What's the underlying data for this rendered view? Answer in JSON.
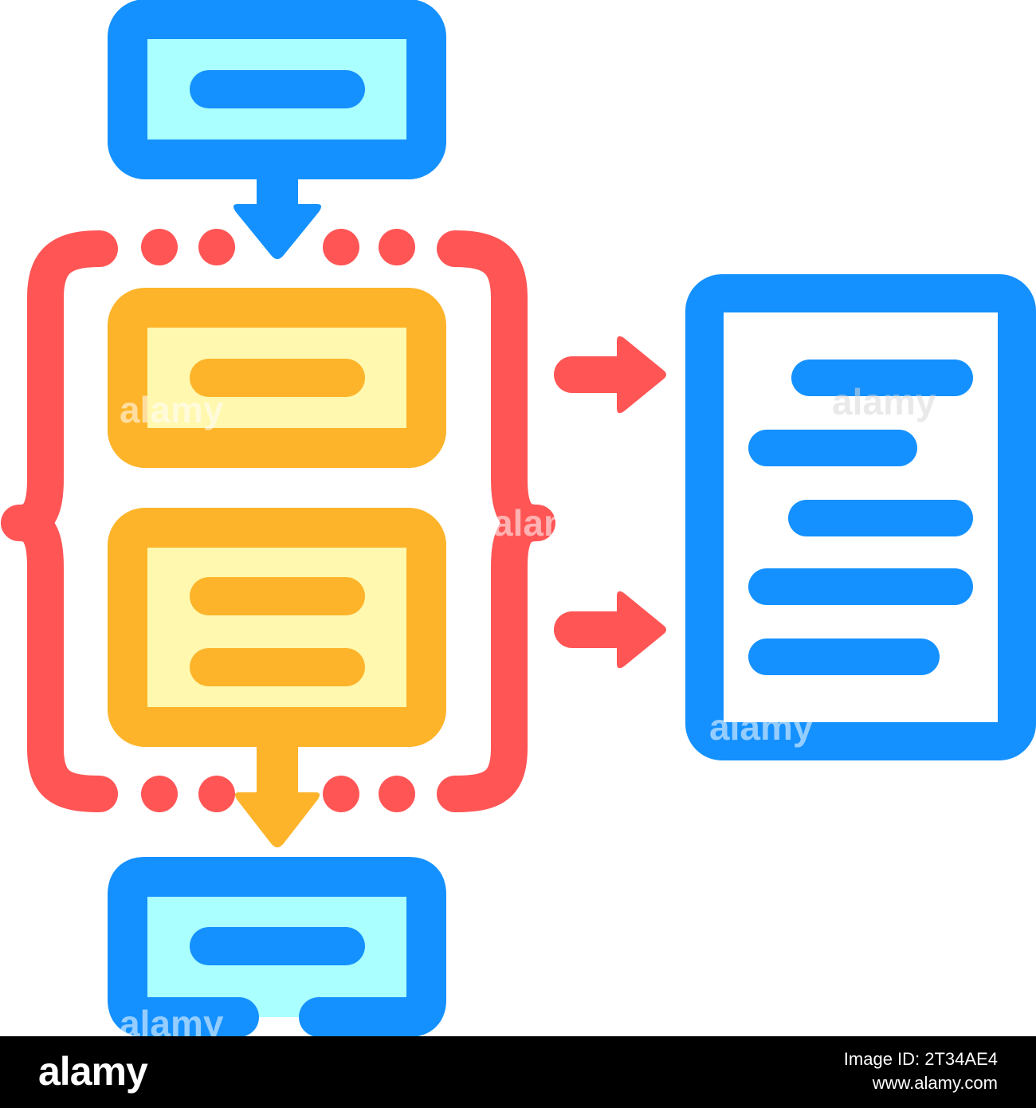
{
  "colors": {
    "blue_stroke": "#1491FF",
    "blue_fill": "#AAFFFF",
    "orange_stroke": "#FDB42A",
    "yellow_fill": "#FFF8AE",
    "red": "#FF5555",
    "background": "#FFFFFF",
    "footer_bg": "#000000"
  },
  "icons": {
    "top_box": "input-box-icon",
    "flow_arrow": "down-arrow-icon",
    "bracket": "curly-bracket-icon",
    "process_step": "process-step-icon",
    "output_arrow": "right-arrow-icon",
    "document": "document-icon",
    "bottom_box": "output-box-icon"
  },
  "watermark": {
    "text": "alamy",
    "mark": "a"
  },
  "footer": {
    "brand": "alamy",
    "image_id": "Image ID: 2T34AE4",
    "site": "www.alamy.com"
  }
}
